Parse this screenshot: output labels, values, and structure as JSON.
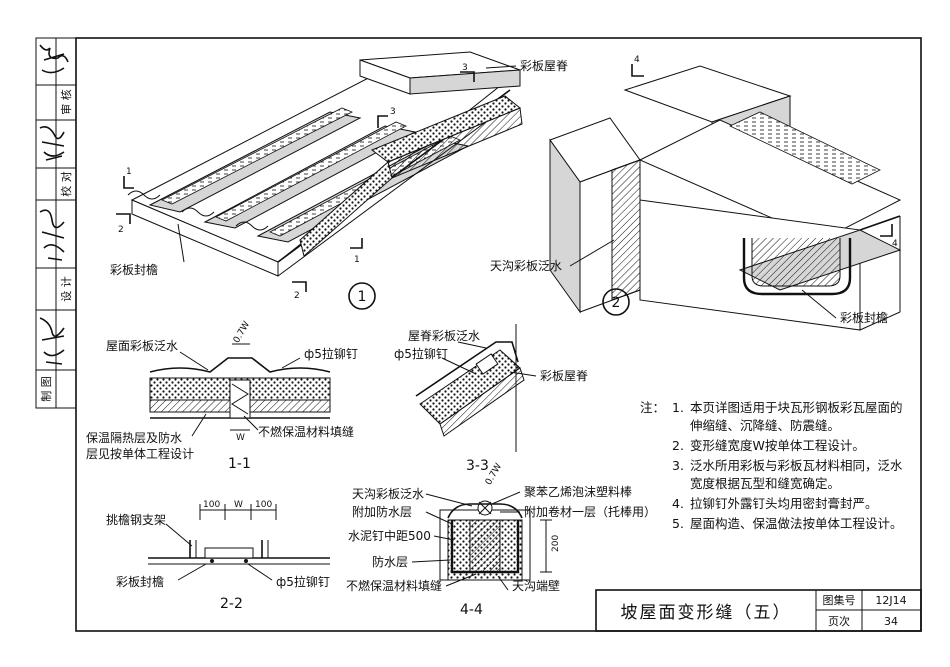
{
  "title_block": {
    "drawing_title": "坡屋面变形缝（五）",
    "atlas_label": "图集号",
    "atlas_no": "12J14",
    "page_label": "页次",
    "page_no": "34"
  },
  "sidebar": {
    "items": [
      {
        "text": "审 核"
      },
      {
        "text": "校 对"
      },
      {
        "text": "设 计"
      },
      {
        "text": "制 图"
      }
    ]
  },
  "view1": {
    "number": "1",
    "label_ridge": "彩板屋脊",
    "label_eave": "彩板封檐",
    "cut_1": "1",
    "cut_2": "2",
    "cut_3": "3"
  },
  "view2": {
    "number": "2",
    "label_gutter_flashing": "天沟彩板泛水",
    "label_eave": "彩板封檐",
    "cut_4": "4"
  },
  "section1": {
    "title": "1-1",
    "label_flashing": "屋面彩板泛水",
    "label_rivet": "ф5拉铆钉",
    "dim_top": "0.7W",
    "dim_w": "W",
    "label_fill": "不燃保温材料填缝",
    "label_layers_1": "保温隔热层及防水",
    "label_layers_2": "层见按单体工程设计"
  },
  "section2": {
    "title": "2-2",
    "label_bracket": "挑檐钢支架",
    "label_eave": "彩板封檐",
    "label_rivet": "ф5拉铆钉",
    "dim_left": "100",
    "dim_w": "W",
    "dim_right": "100"
  },
  "section3": {
    "title": "3-3",
    "label_ridge_flashing": "屋脊彩板泛水",
    "label_rivet": "ф5拉铆钉",
    "label_ridge": "彩板屋脊"
  },
  "section4": {
    "title": "4-4",
    "label_gutter_flashing": "天沟彩板泛水",
    "label_extra_wp": "附加防水层",
    "label_nail": "水泥钉中距500",
    "label_wp": "防水层",
    "label_fill": "不燃保温材料填缝",
    "label_foam_1": "聚苯乙烯泡沫塑料棒",
    "label_foam_2": "附加卷材一层（托棒用）",
    "label_wall": "天沟端壁",
    "dim_top": "0.7W",
    "dim_h": "200"
  },
  "notes": {
    "heading": "注：",
    "items": [
      {
        "num": "1.",
        "lines": [
          "本页详图适用于块瓦形钢板彩瓦屋面的",
          "伸缩缝、沉降缝、防震缝。"
        ]
      },
      {
        "num": "2.",
        "lines": [
          "变形缝宽度W按单体工程设计。"
        ]
      },
      {
        "num": "3.",
        "lines": [
          "泛水所用彩板与彩板瓦材料相同，泛水",
          "宽度根据瓦型和缝宽确定。"
        ]
      },
      {
        "num": "4.",
        "lines": [
          "拉铆钉外露钉头均用密封膏封严。"
        ]
      },
      {
        "num": "5.",
        "lines": [
          "屋面构造、保温做法按单体工程设计。"
        ]
      }
    ]
  }
}
